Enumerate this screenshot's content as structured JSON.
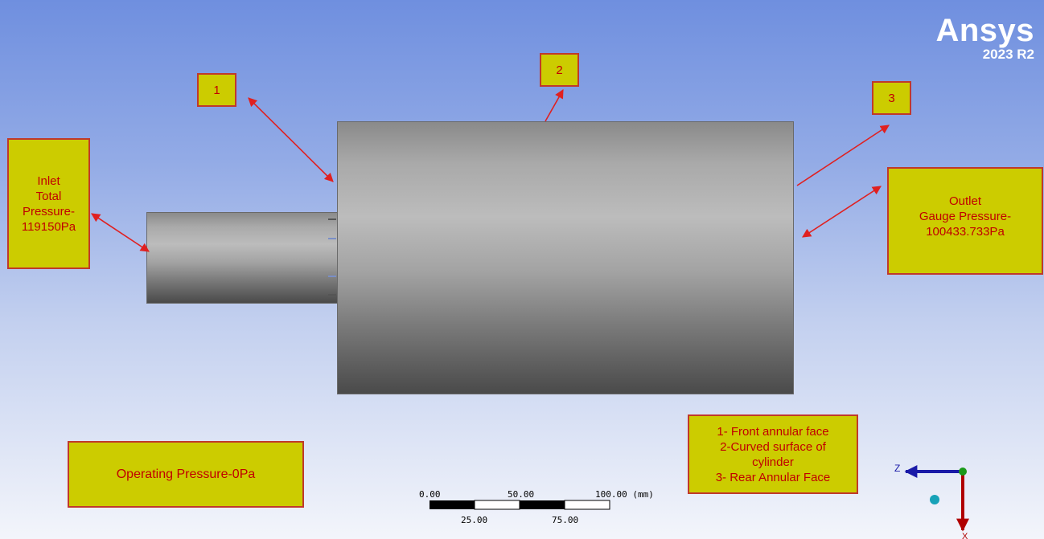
{
  "logo": {
    "brand": "Ansys",
    "version": "2023 R2"
  },
  "callouts": {
    "one": "1",
    "two": "2",
    "three": "3",
    "inlet": [
      "Inlet",
      "Total",
      "Pressure-",
      "119150Pa"
    ],
    "outlet": [
      "Outlet",
      "Gauge Pressure-",
      "100433.733Pa"
    ],
    "operating": "Operating Pressure-0Pa",
    "legend": [
      "1- Front annular face",
      "2-Curved surface of",
      "cylinder",
      "3- Rear Annular Face"
    ]
  },
  "scale_bar": {
    "top_labels": [
      "0.00",
      "50.00",
      "100.00 (mm)"
    ],
    "bottom_labels": [
      "25.00",
      "75.00"
    ]
  },
  "triad": {
    "z_label": "Z",
    "x_label": "X",
    "colors": {
      "z": "#1a1aa8",
      "x": "#b00000",
      "y": "#1a9a1a",
      "iso": "#17a2b8"
    }
  },
  "colors": {
    "callout_fill": "#cccc00",
    "callout_border": "#c0392b",
    "callout_text": "#c00000",
    "arrow": "#e02020"
  }
}
